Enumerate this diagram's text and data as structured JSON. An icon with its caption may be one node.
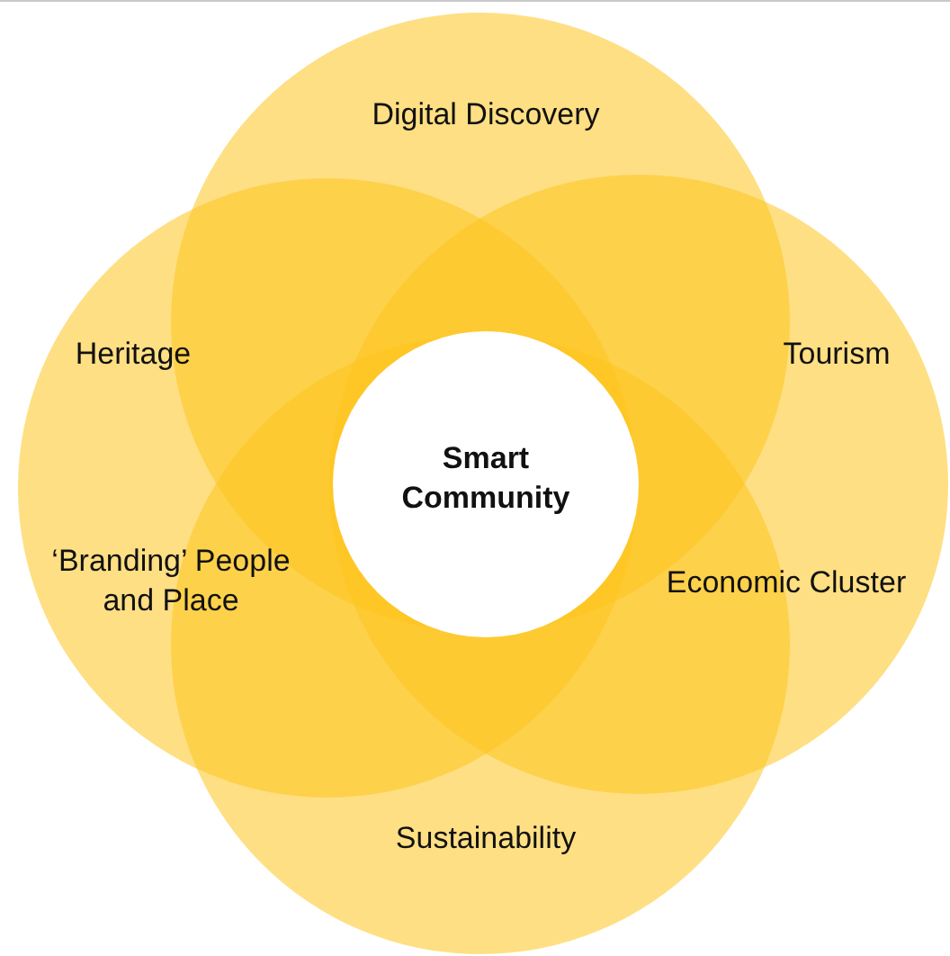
{
  "diagram": {
    "nodes": [
      {
        "text": [
          "Digital Discovery"
        ]
      },
      {
        "text": [
          "Heritage",
          "‘Branding’ People and Place"
        ]
      },
      {
        "text": [
          "Tourism",
          "Economic Cluster"
        ]
      },
      {
        "text": [
          "Sustainability"
        ]
      },
      {
        "text": [
          "Smart Community"
        ]
      }
    ]
  }
}
